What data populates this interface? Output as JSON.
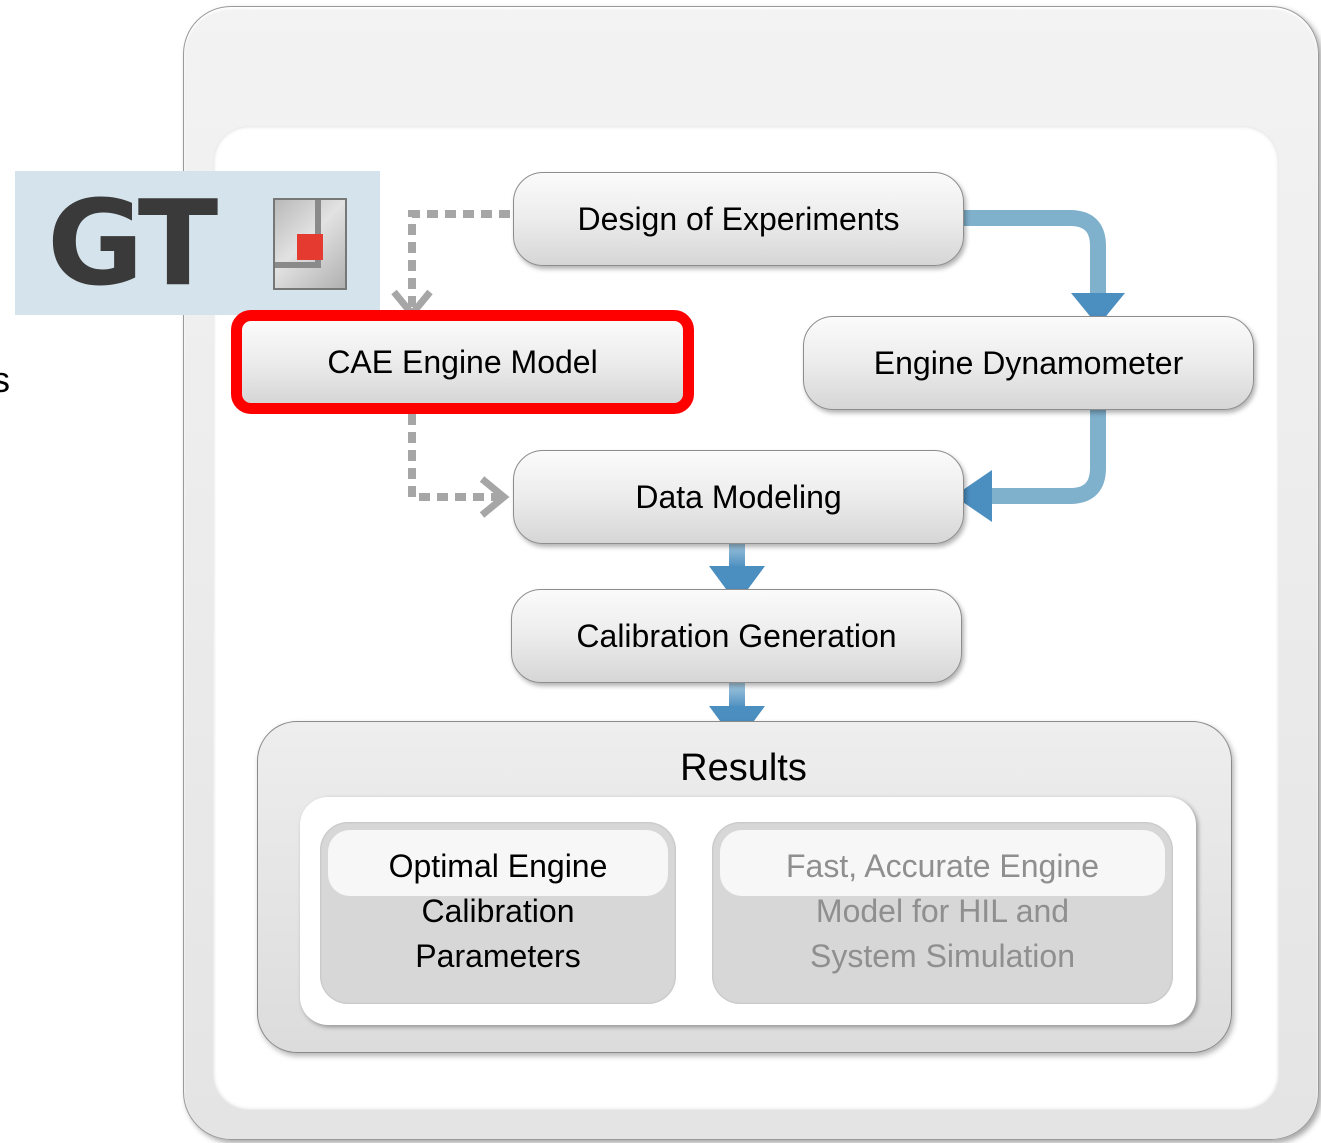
{
  "fragment_text": "nts",
  "logo": {
    "text": "GT"
  },
  "nodes": {
    "design_of_experiments": "Design of Experiments",
    "cae_engine_model": "CAE Engine Model",
    "engine_dynamometer": "Engine Dynamometer",
    "data_modeling": "Data Modeling",
    "calibration_generation": "Calibration Generation"
  },
  "results": {
    "title": "Results",
    "optimal": [
      "Optimal Engine",
      "Calibration",
      "Parameters"
    ],
    "fast": [
      "Fast, Accurate Engine",
      "Model for HIL and",
      "System Simulation"
    ]
  },
  "colors": {
    "highlight": "#ff0000",
    "arrow_blue": "#7fb0cc",
    "arrow_blue_dark": "#4b8ec0",
    "dotted_gray": "#a6a6a6"
  }
}
